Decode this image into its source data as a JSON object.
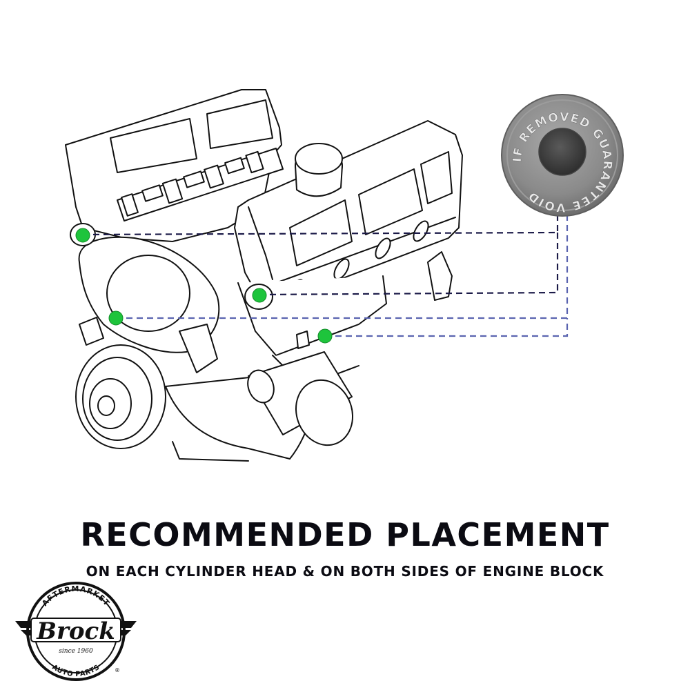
{
  "caption": {
    "title": "RECOMMENDED PLACEMENT",
    "subtitle": "ON EACH CYLINDER HEAD & ON BOTH SIDES OF ENGINE BLOCK"
  },
  "plug": {
    "ring_text": "IF REMOVED GUARANTEE VOID"
  },
  "logo": {
    "top_text": "AFTERMARKET",
    "wordmark": "Brock",
    "since": "since 1960",
    "bottom_text": "AUTO PARTS",
    "registered": "®"
  },
  "colors": {
    "marker": "#1ec43c",
    "line_dark": "#1b1a48",
    "line_light": "#5a64b0",
    "outline": "#111111",
    "text": "#0b0b12"
  },
  "markers": [
    {
      "name": "left-head-marker"
    },
    {
      "name": "right-head-marker"
    },
    {
      "name": "left-block-marker"
    },
    {
      "name": "right-block-marker"
    }
  ]
}
